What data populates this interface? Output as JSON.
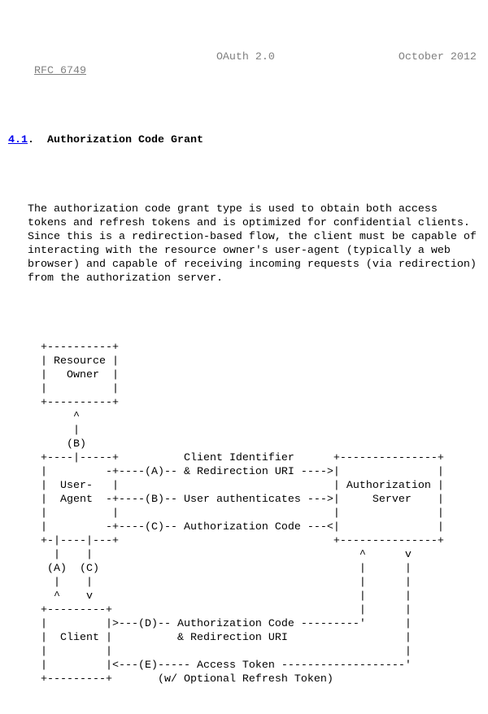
{
  "colors": {
    "background": "#ffffff",
    "text": "#000000",
    "header_gray": "#808080",
    "link_blue": "#0000ee"
  },
  "header": {
    "rfc_link": "RFC 6749",
    "doc_title": "OAuth 2.0",
    "date": "October 2012"
  },
  "section": {
    "number_link": "4.1",
    "separator": ".  ",
    "title": "Authorization Code Grant"
  },
  "paragraph": {
    "lines": [
      "   The authorization code grant type is used to obtain both access",
      "   tokens and refresh tokens and is optimized for confidential clients.",
      "   Since this is a redirection-based flow, the client must be capable of",
      "   interacting with the resource owner's user-agent (typically a web",
      "   browser) and capable of receiving incoming requests (via redirection)",
      "   from the authorization server."
    ]
  },
  "diagram": {
    "lines": [
      "     +----------+",
      "     | Resource |",
      "     |   Owner  |",
      "     |          |",
      "     +----------+",
      "          ^",
      "          |",
      "         (B)",
      "     +----|-----+          Client Identifier      +---------------+",
      "     |         -+----(A)-- & Redirection URI ---->|               |",
      "     |  User-   |                                 | Authorization |",
      "     |  Agent  -+----(B)-- User authenticates --->|     Server    |",
      "     |          |                                 |               |",
      "     |         -+----(C)-- Authorization Code ---<|               |",
      "     +-|----|---+                                 +---------------+",
      "       |    |                                         ^      v",
      "      (A)  (C)                                        |      |",
      "       |    |                                         |      |",
      "       ^    v                                         |      |",
      "     +---------+                                      |      |",
      "     |         |>---(D)-- Authorization Code ---------'      |",
      "     |  Client |          & Redirection URI                  |",
      "     |         |                                             |",
      "     |         |<---(E)----- Access Token -------------------'",
      "     +---------+       (w/ Optional Refresh Token)"
    ]
  }
}
